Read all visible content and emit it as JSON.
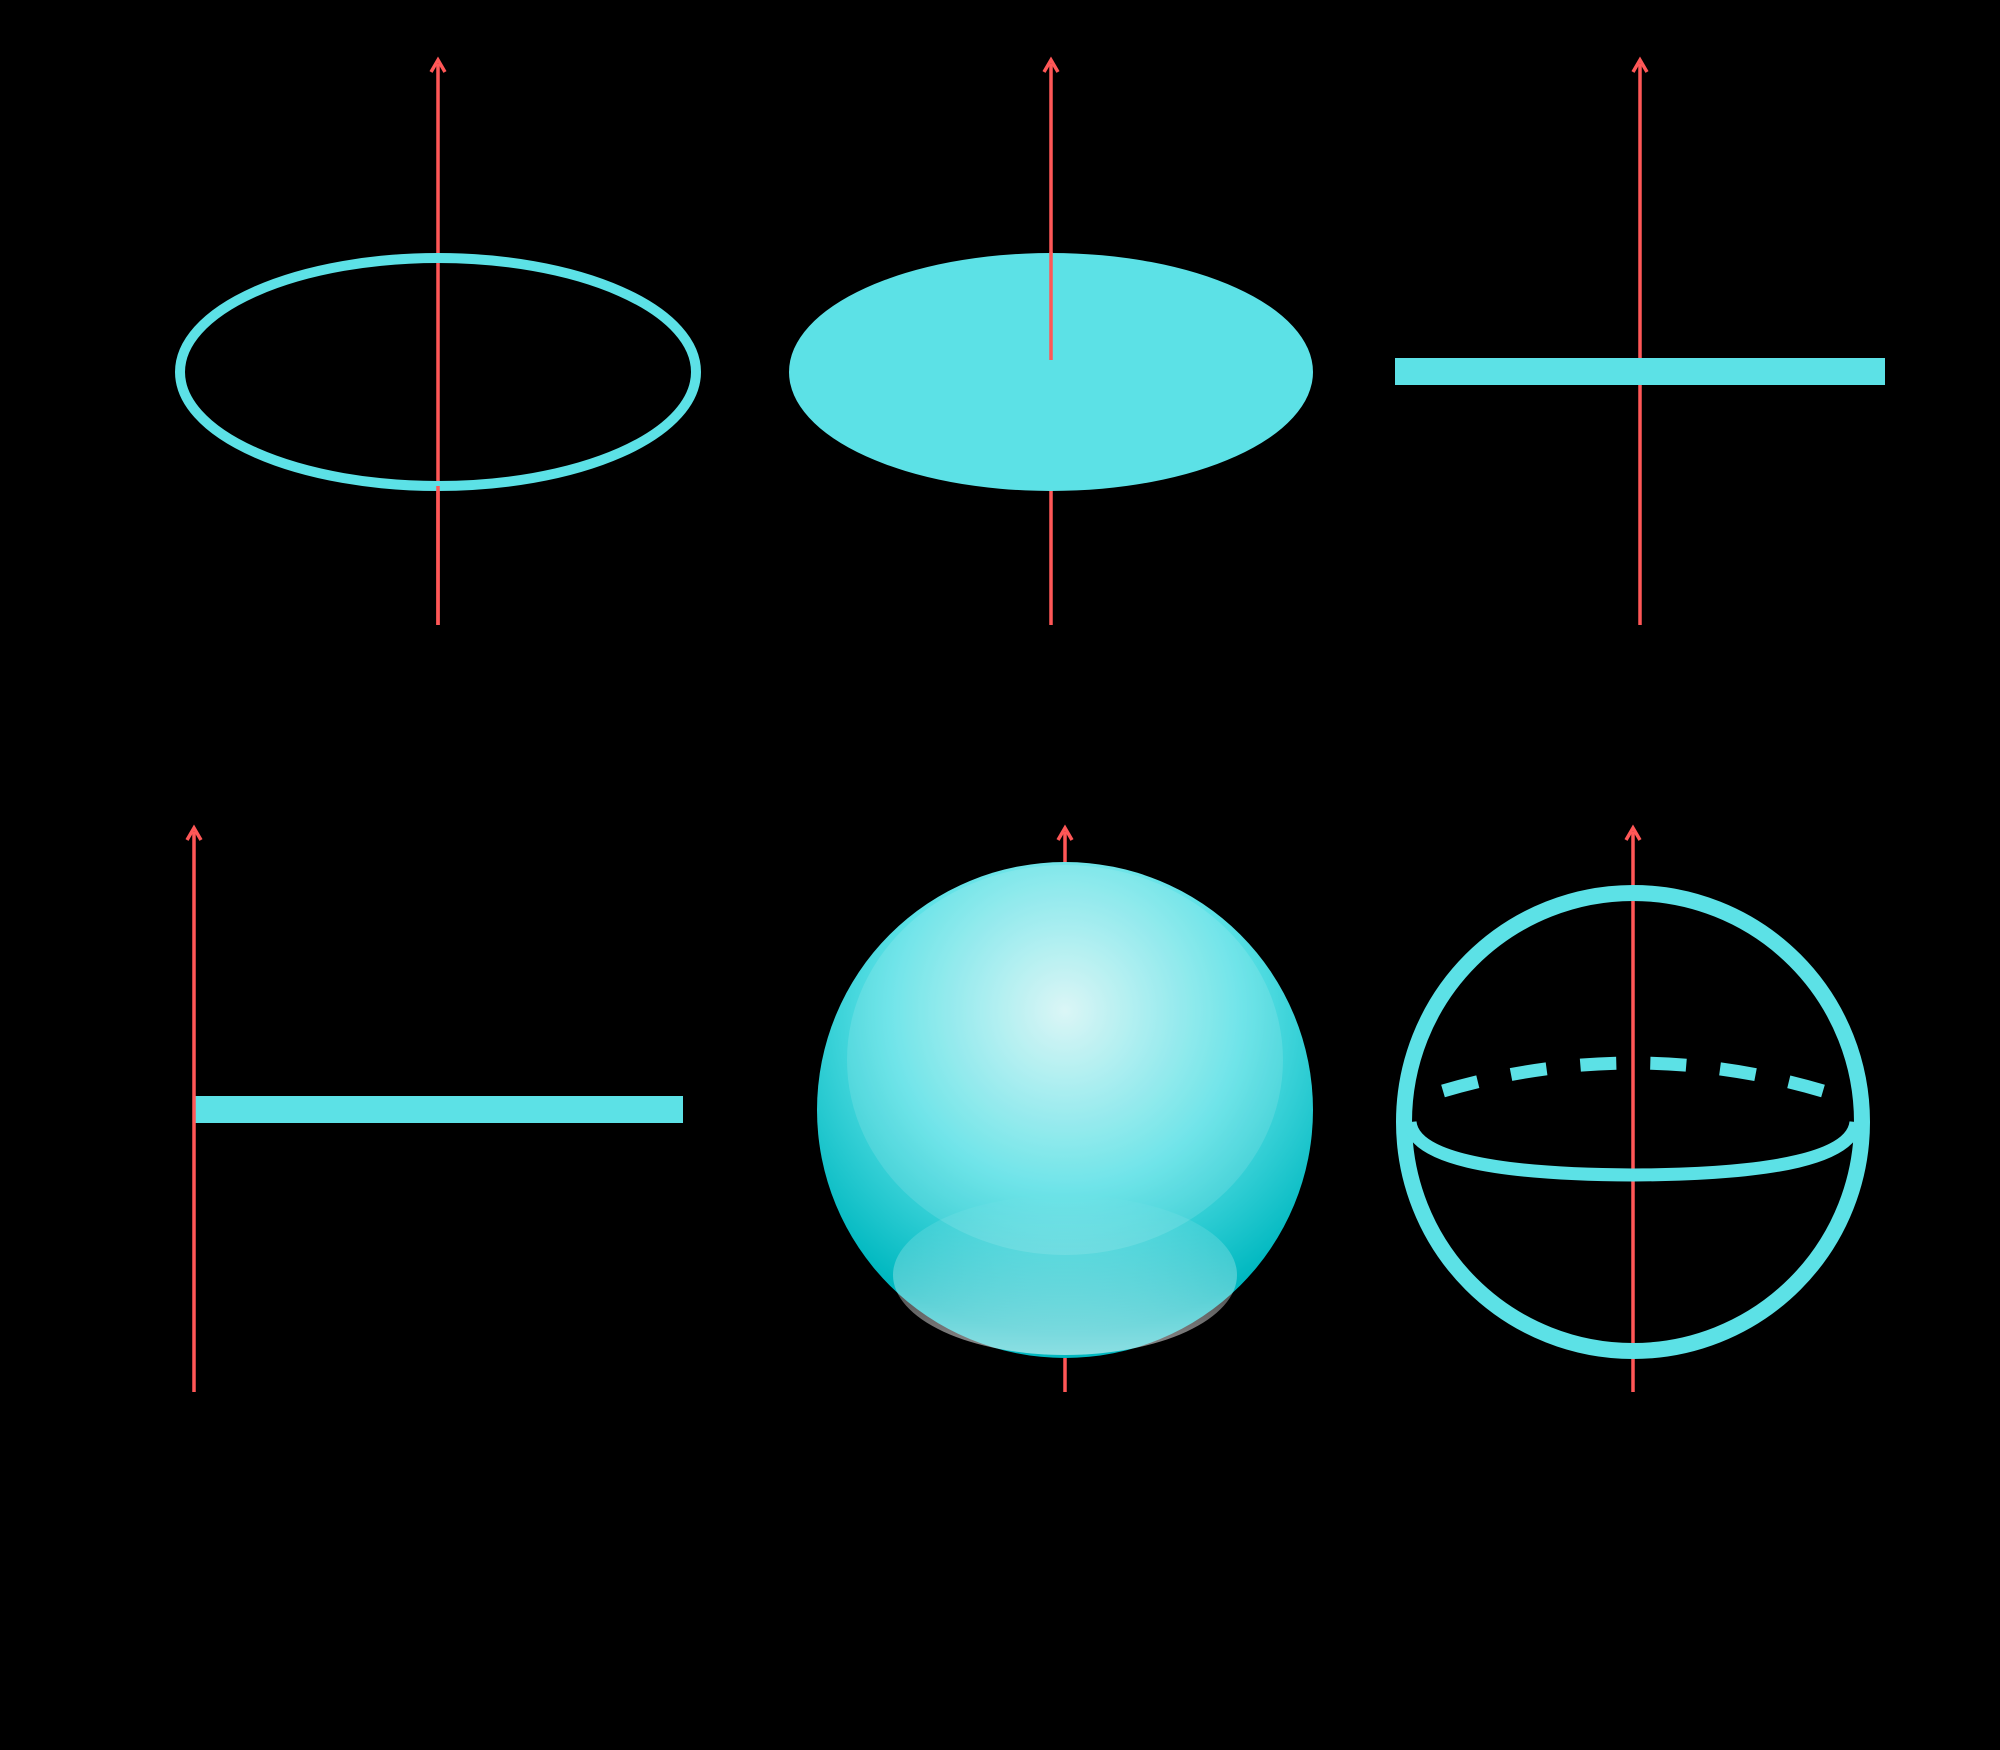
{
  "colors": {
    "background": "#000000",
    "shape": "#5ce1e6",
    "shape_dark": "#00b8c0",
    "shape_light": "#d6f5f5",
    "axis": "#ff5757"
  },
  "panels": [
    {
      "id": "hoop-about-central-axis",
      "shape": "ring",
      "axis": "central"
    },
    {
      "id": "disk-about-central-axis",
      "shape": "solid-disk",
      "axis": "central"
    },
    {
      "id": "rod-about-center",
      "shape": "thin-rod",
      "axis": "center"
    },
    {
      "id": "rod-about-end",
      "shape": "thin-rod",
      "axis": "end"
    },
    {
      "id": "solid-sphere-about-diameter",
      "shape": "solid-sphere",
      "axis": "diameter"
    },
    {
      "id": "hollow-sphere-about-diameter",
      "shape": "hollow-sphere",
      "axis": "diameter"
    }
  ]
}
